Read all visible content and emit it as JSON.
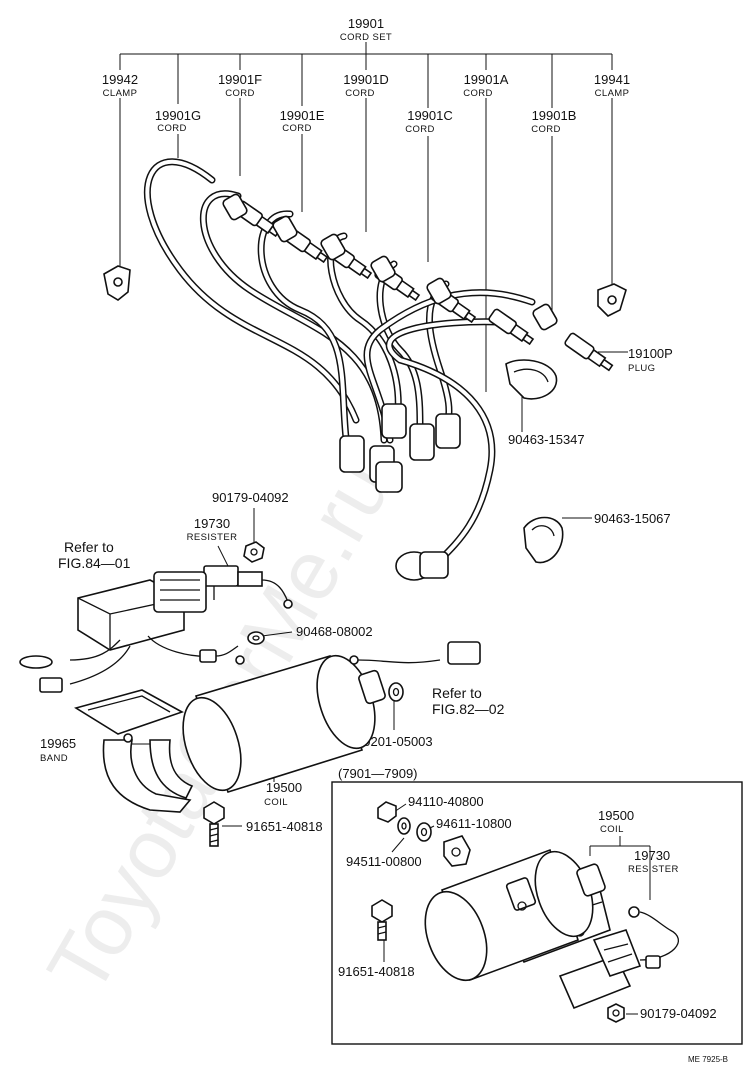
{
  "labels": {
    "cord_set": {
      "pn": "19901",
      "sub": "CORD SET"
    },
    "clamp_left": {
      "pn": "19942",
      "sub": "CLAMP"
    },
    "cord_f": {
      "pn": "19901F",
      "sub": "CORD"
    },
    "cord_g": {
      "pn": "19901G",
      "sub": "CORD"
    },
    "cord_d": {
      "pn": "19901D",
      "sub": "CORD"
    },
    "cord_e": {
      "pn": "19901E",
      "sub": "CORD"
    },
    "cord_a": {
      "pn": "19901A",
      "sub": "CORD"
    },
    "cord_c": {
      "pn": "19901C",
      "sub": "CORD"
    },
    "clamp_right": {
      "pn": "19941",
      "sub": "CLAMP"
    },
    "cord_b": {
      "pn": "19901B",
      "sub": "CORD"
    },
    "plug": {
      "pn": "19100P",
      "sub": "PLUG"
    },
    "clip_15347": {
      "pn": "90463-15347"
    },
    "clip_15067": {
      "pn": "90463-15067"
    },
    "nut_04092": {
      "pn": "90179-04092"
    },
    "resister": {
      "pn": "19730",
      "sub": "RESISTER"
    },
    "ref_84": {
      "line1": "Refer to",
      "line2": "FIG.84—01"
    },
    "washer_08002": {
      "pn": "90468-08002"
    },
    "ref_82": {
      "line1": "Refer to",
      "line2": "FIG.82—02"
    },
    "washer_05003": {
      "pn": "90201-05003"
    },
    "band": {
      "pn": "19965",
      "sub": "BAND"
    },
    "coil": {
      "pn": "19500",
      "sub": "COIL"
    },
    "bolt_40818": {
      "pn": "91651-40818"
    }
  },
  "inset": {
    "title": "(7901—7909)",
    "nut_40800": {
      "pn": "94110-40800"
    },
    "washer_10800": {
      "pn": "94611-10800"
    },
    "washer_00800": {
      "pn": "94511-00800"
    },
    "coil": {
      "pn": "19500",
      "sub": "COIL"
    },
    "resister": {
      "pn": "19730",
      "sub": "RESISTER"
    },
    "bolt_40818": {
      "pn": "91651-40818"
    },
    "nut_04092": {
      "pn": "90179-04092"
    }
  },
  "footer_code": "ME 7925-B",
  "watermark": "ToyotaCarMe.ru"
}
